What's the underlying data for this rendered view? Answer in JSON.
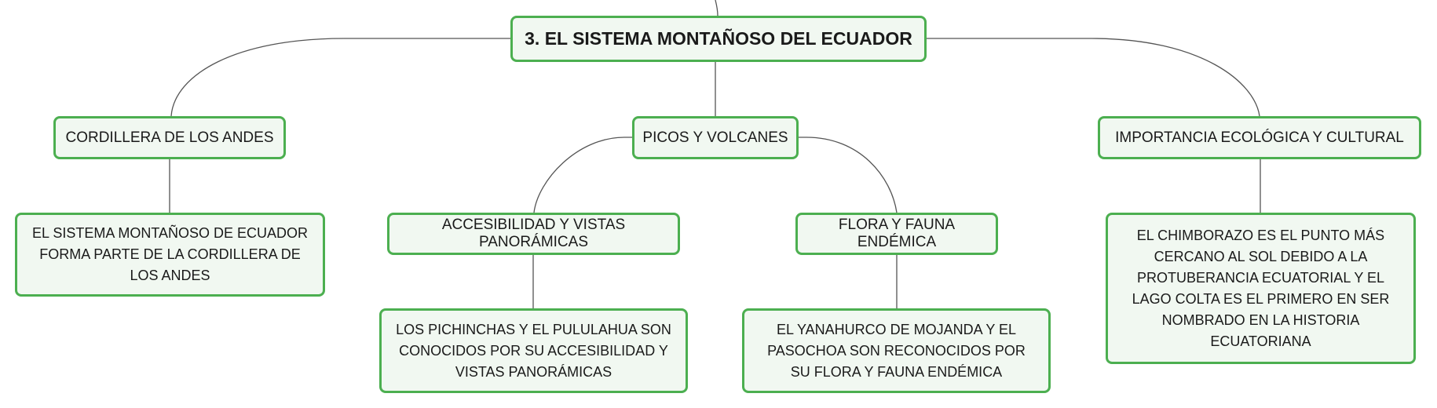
{
  "root": {
    "label": "3. EL SISTEMA MONTAÑOSO DEL ECUADOR"
  },
  "branches": [
    {
      "label": "CORDILLERA DE LOS ANDES",
      "children": [
        {
          "label": "EL SISTEMA MONTAÑOSO DE ECUADOR FORMA PARTE DE LA CORDILLERA DE LOS ANDES"
        }
      ]
    },
    {
      "label": "PICOS Y VOLCANES",
      "children": [
        {
          "label": "ACCESIBILIDAD Y VISTAS PANORÁMICAS",
          "children": [
            {
              "label": "LOS PICHINCHAS Y EL PULULAHUA SON CONOCIDOS POR SU ACCESIBILIDAD Y VISTAS PANORÁMICAS"
            }
          ]
        },
        {
          "label": "FLORA Y FAUNA ENDÉMICA",
          "children": [
            {
              "label": "EL YANAHURCO DE MOJANDA Y EL PASOCHOA SON RECONOCIDOS POR SU FLORA Y FAUNA ENDÉMICA"
            }
          ]
        }
      ]
    },
    {
      "label": "IMPORTANCIA ECOLÓGICA Y CULTURAL",
      "children": [
        {
          "label": "EL CHIMBORAZO ES EL PUNTO MÁS CERCANO AL SOL DEBIDO A LA PROTUBERANCIA ECUATORIAL Y EL LAGO COLTA ES EL PRIMERO EN SER NOMBRADO EN LA HISTORIA ECUATORIANA"
        }
      ]
    }
  ],
  "colors": {
    "node_border": "#4caf50",
    "node_fill": "#f1f8f1",
    "connector": "#555555"
  }
}
